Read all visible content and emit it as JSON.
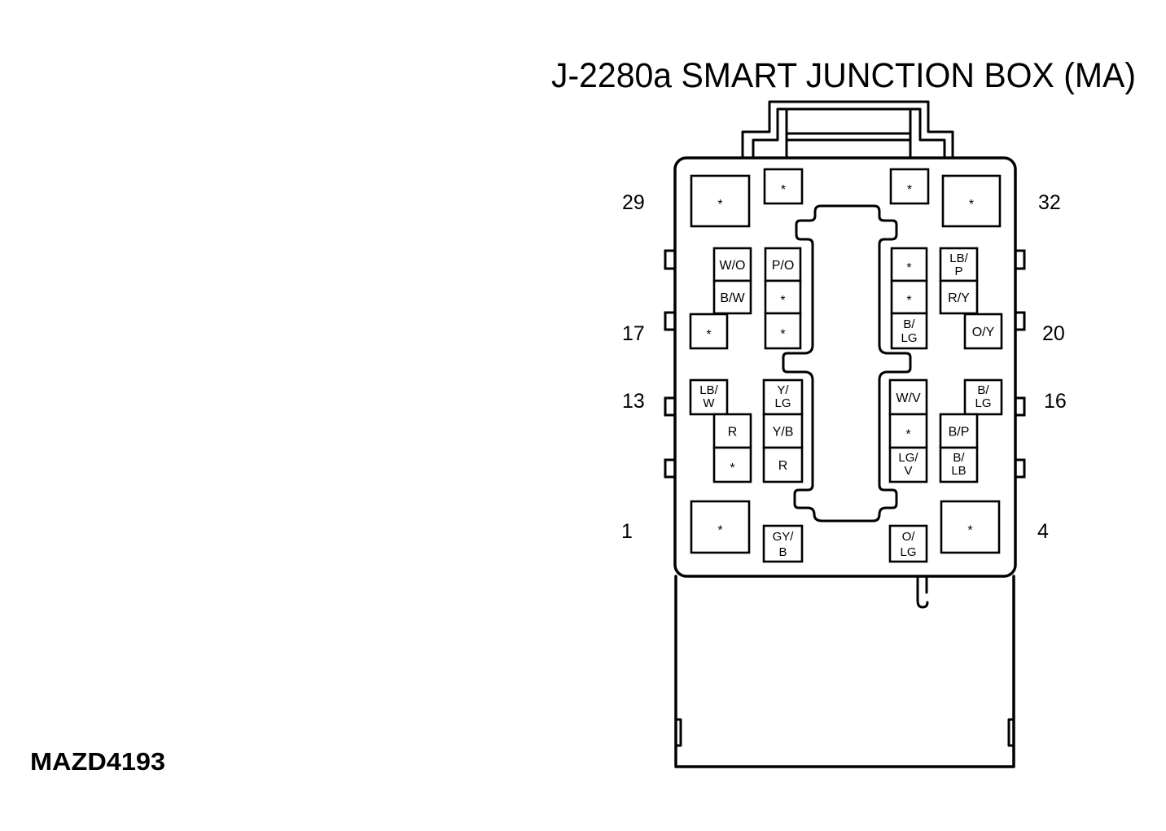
{
  "title": "J-2280a SMART JUNCTION BOX (MA)",
  "figure_code": "MAZD4193",
  "pin_numbers": {
    "top_left": "29",
    "top_right": "32",
    "upper_left": "17",
    "upper_right": "20",
    "lower_left": "13",
    "lower_right": "16",
    "bottom_left": "1",
    "bottom_right": "4"
  },
  "cavities": {
    "top_row": [
      [
        "*"
      ],
      [
        "*"
      ],
      [
        "*"
      ],
      [
        "*"
      ]
    ],
    "upper_left": [
      [
        "W/O"
      ],
      [
        "B/W"
      ],
      [
        "*"
      ],
      [
        "P/O"
      ],
      [
        "*"
      ],
      [
        "*"
      ]
    ],
    "upper_right": [
      [
        "*"
      ],
      [
        "*"
      ],
      [
        "B/",
        "LG"
      ],
      [
        "LB/",
        "P"
      ],
      [
        "R/Y"
      ],
      [
        "O/Y"
      ]
    ],
    "lower_left": [
      [
        "LB/",
        "W"
      ],
      [
        "R"
      ],
      [
        "*"
      ],
      [
        "Y/",
        "LG"
      ],
      [
        "Y/B"
      ],
      [
        "R"
      ]
    ],
    "lower_right": [
      [
        "W/V"
      ],
      [
        "*"
      ],
      [
        "LG/",
        "V"
      ],
      [
        "B/",
        "LG"
      ],
      [
        "B/P"
      ],
      [
        "B/",
        "LB"
      ]
    ],
    "bottom_row": [
      [
        "*"
      ],
      [
        "GY/",
        "B"
      ],
      [
        "O/",
        "LG"
      ],
      [
        "*"
      ]
    ]
  }
}
